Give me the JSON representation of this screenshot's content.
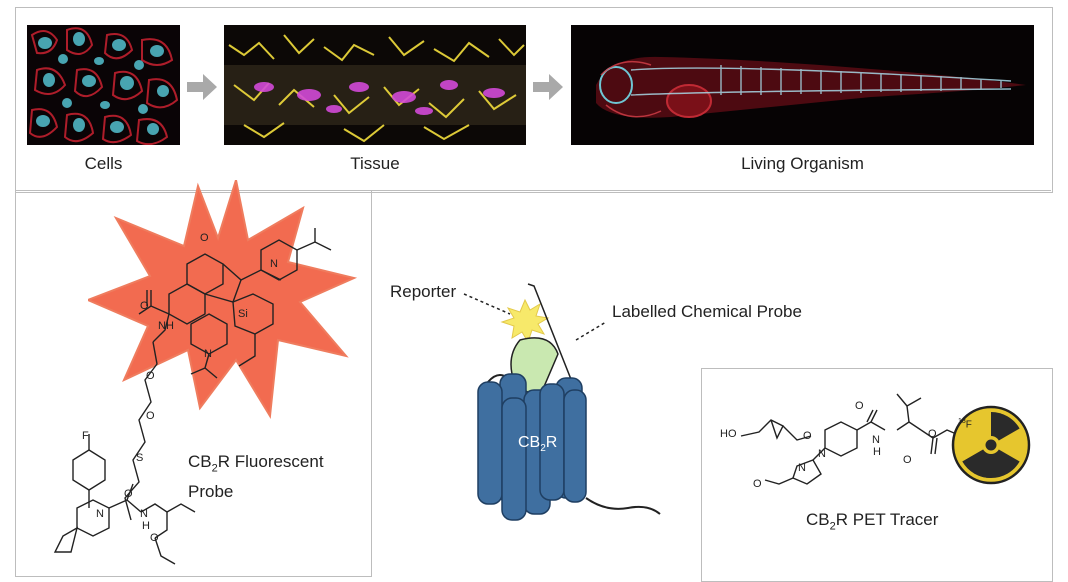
{
  "top_panel": {
    "images": [
      {
        "caption": "Cells"
      },
      {
        "caption": "Tissue"
      },
      {
        "caption": "Living Organism"
      }
    ]
  },
  "fluorescent_probe": {
    "label_line1_pre": "CB",
    "label_sub": "2",
    "label_line1_post": "R Fluorescent",
    "label_line2": "Probe",
    "atoms": {
      "O": "O",
      "N": "N",
      "NH": "NH",
      "Si": "Si",
      "S": "S",
      "F": "F",
      "H": "H"
    },
    "burst_color": "#f26b50"
  },
  "receptor": {
    "label_pre": "CB",
    "label_sub": "2",
    "label_post": "R",
    "reporter_label": "Reporter",
    "probe_label": "Labelled Chemical Probe",
    "receptor_color": "#3f6fa0",
    "reporter_color": "#f7e96a",
    "probe_color": "#c9e8b0"
  },
  "pet_tracer": {
    "label_pre": "CB",
    "label_sub": "2",
    "label_post": "R PET Tracer",
    "atoms": {
      "HO": "HO",
      "O": "O",
      "N": "N",
      "NH": "N",
      "H": "H",
      "F18_sup": "18",
      "F": "F"
    },
    "radiation_color": "#e6c62e"
  }
}
